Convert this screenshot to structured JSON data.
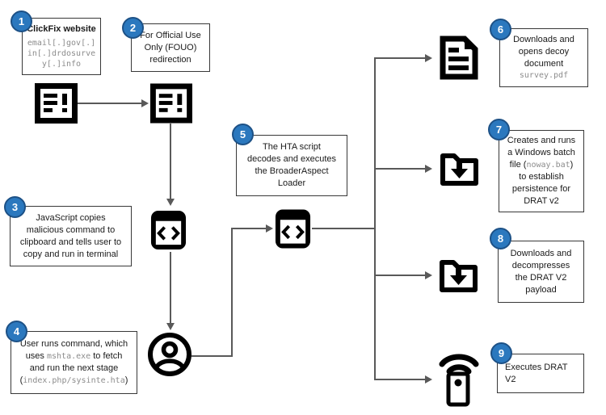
{
  "steps": {
    "s1": {
      "num": "1",
      "title": "ClickFix website",
      "mono": "email[.]gov[.]in[.]drdosurvey[.]info"
    },
    "s2": {
      "num": "2",
      "l1": "For Official Use",
      "l2": "Only (FOUO)",
      "l3": "redirection"
    },
    "s3": {
      "num": "3",
      "l1": "JavaScript copies",
      "l2": "malicious command to",
      "l3": "clipboard and tells user to",
      "l4": "copy and run in terminal"
    },
    "s4": {
      "num": "4",
      "l1": "User runs command, which",
      "l2a": "uses ",
      "l2m": "mshta.exe",
      "l2b": " to fetch",
      "l3": "and run the next stage",
      "l4a": "(",
      "l4m": "index.php/sysinte.hta",
      "l4b": ")"
    },
    "s5": {
      "num": "5",
      "l1": "The HTA script",
      "l2": "decodes and executes",
      "l3": "the BroaderAspect",
      "l4": "Loader"
    },
    "s6": {
      "num": "6",
      "l1": "Downloads and",
      "l2": "opens decoy",
      "l3": "document",
      "mono": "survey.pdf"
    },
    "s7": {
      "num": "7",
      "l1": "Creates and runs",
      "l2": "a Windows batch",
      "l3a": "file (",
      "l3m": "noway.bat",
      "l3b": ")",
      "l4": "to establish",
      "l5": "persistence for",
      "l6": "DRAT v2"
    },
    "s8": {
      "num": "8",
      "l1": "Downloads and",
      "l2": "decompresses",
      "l3": "the DRAT V2",
      "l4": "payload"
    },
    "s9": {
      "num": "9",
      "l1": "Executes DRAT",
      "l2": "V2"
    }
  },
  "icons": {
    "website1": "website-alert-icon",
    "website2": "website-alert-icon",
    "script1": "code-window-icon",
    "script2": "code-window-icon",
    "user": "user-account-icon",
    "decoy": "document-icon",
    "batch": "folder-download-icon",
    "payload": "folder-download-icon",
    "rat": "remote-control-icon"
  },
  "colors": {
    "badge": "#2B78BE",
    "badge_border": "#1D5186",
    "box_border": "#383838",
    "connector": "#595959",
    "mono_text": "#8C8C8C",
    "text": "#1A1A1A",
    "icon": "#000000"
  }
}
